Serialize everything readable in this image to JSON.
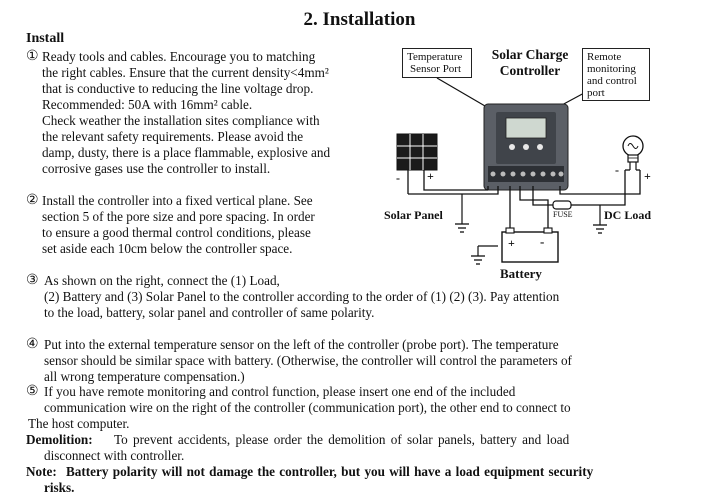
{
  "title": "2. Installation",
  "install_heading": "Install",
  "steps": {
    "s1": {
      "marker": "①",
      "lines": [
        "Ready tools and cables. Encourage you to matching",
        "the right cables. Ensure that the current density<4mm²",
        "that is conductive to reducing the line voltage drop.",
        "Recommended: 50A with 16mm² cable.",
        "Check weather the installation sites compliance with",
        "the relevant safety requirements. Please avoid the",
        "damp, dusty, there is a place flammable, explosive and",
        "corrosive gases use the controller to install."
      ]
    },
    "s2": {
      "marker": "②",
      "lines": [
        "Install the controller into a fixed vertical plane. See",
        "section 5 of the  pore size and pore spacing. In order",
        "to ensure a good thermal control conditions, please",
        "set aside each 10cm below the controller space."
      ]
    },
    "s3": {
      "marker": "③",
      "lines": [
        "As shown on the right, connect the (1) Load,",
        "(2) Battery  and (3) Solar Panel to the controller according to the order of (1) (2) (3). Pay attention",
        "to the load, battery, solar panel and controller of same polarity."
      ]
    },
    "s4": {
      "marker": "④",
      "lines": [
        "Put into the external temperature sensor on the left of the controller (probe port). The temperature",
        "sensor should be similar space with battery. (Otherwise, the controller will control the parameters of",
        "all wrong temperature compensation.)"
      ]
    },
    "s5": {
      "marker": "⑤",
      "lines": [
        " If you have remote monitoring and control function, please insert one end of the included",
        "communication wire on the right of the controller (communication port), the other end to connect to",
        "The host computer."
      ]
    }
  },
  "demolition": {
    "label": "Demolition:",
    "lines": [
      "To prevent accidents, please order the demolition of solar panels, battery and load",
      "disconnect with controller."
    ]
  },
  "note": {
    "label": "Note:",
    "lines": [
      "Battery polarity will not damage the controller, but you will have a load equipment security",
      "risks."
    ]
  },
  "diagram": {
    "temp_sensor_port": [
      "Temperature",
      "Sensor Port"
    ],
    "controller_title": [
      "Solar Charge",
      "Controller"
    ],
    "remote_port": [
      "Remote",
      "monitoring",
      "and control",
      "port"
    ],
    "solar_panel": "Solar Panel",
    "dc_load": "DC Load",
    "fuse": "FUSE",
    "battery": "Battery",
    "minus": "-",
    "plus": "+"
  }
}
